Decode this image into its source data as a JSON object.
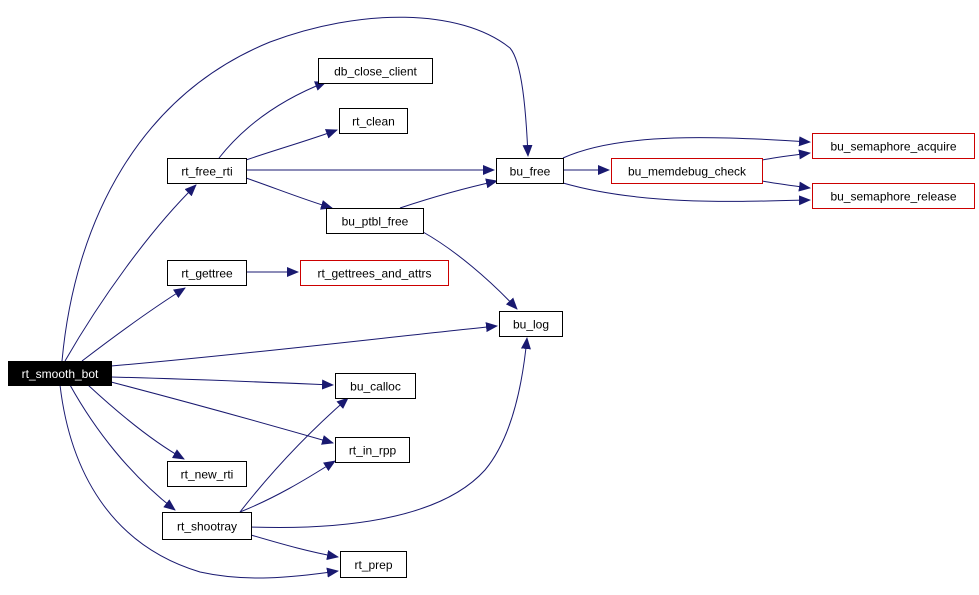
{
  "diagram": {
    "type": "call-graph",
    "colors": {
      "edge": "#191970",
      "node_border_normal": "#000000",
      "node_border_external": "#cc0000",
      "node_fill": "#ffffff",
      "root_fill": "#000000",
      "root_text": "#ffffff",
      "text": "#000000"
    },
    "nodes": [
      {
        "id": "rt_smooth_bot",
        "label": "rt_smooth_bot",
        "kind": "root"
      },
      {
        "id": "db_close_client",
        "label": "db_close_client",
        "kind": "normal"
      },
      {
        "id": "rt_clean",
        "label": "rt_clean",
        "kind": "normal"
      },
      {
        "id": "rt_free_rti",
        "label": "rt_free_rti",
        "kind": "normal"
      },
      {
        "id": "bu_free",
        "label": "bu_free",
        "kind": "normal"
      },
      {
        "id": "bu_memdebug_check",
        "label": "bu_memdebug_check",
        "kind": "external"
      },
      {
        "id": "bu_semaphore_acquire",
        "label": "bu_semaphore_acquire",
        "kind": "external"
      },
      {
        "id": "bu_semaphore_release",
        "label": "bu_semaphore_release",
        "kind": "external"
      },
      {
        "id": "bu_ptbl_free",
        "label": "bu_ptbl_free",
        "kind": "normal"
      },
      {
        "id": "rt_gettree",
        "label": "rt_gettree",
        "kind": "normal"
      },
      {
        "id": "rt_gettrees_and_attrs",
        "label": "rt_gettrees_and_attrs",
        "kind": "external"
      },
      {
        "id": "bu_log",
        "label": "bu_log",
        "kind": "normal"
      },
      {
        "id": "bu_calloc",
        "label": "bu_calloc",
        "kind": "normal"
      },
      {
        "id": "rt_in_rpp",
        "label": "rt_in_rpp",
        "kind": "normal"
      },
      {
        "id": "rt_new_rti",
        "label": "rt_new_rti",
        "kind": "normal"
      },
      {
        "id": "rt_shootray",
        "label": "rt_shootray",
        "kind": "normal"
      },
      {
        "id": "rt_prep",
        "label": "rt_prep",
        "kind": "normal"
      }
    ],
    "edges": [
      {
        "from": "rt_smooth_bot",
        "to": "bu_free"
      },
      {
        "from": "rt_smooth_bot",
        "to": "rt_free_rti"
      },
      {
        "from": "rt_smooth_bot",
        "to": "rt_gettree"
      },
      {
        "from": "rt_smooth_bot",
        "to": "bu_log"
      },
      {
        "from": "rt_smooth_bot",
        "to": "bu_calloc"
      },
      {
        "from": "rt_smooth_bot",
        "to": "rt_in_rpp"
      },
      {
        "from": "rt_smooth_bot",
        "to": "rt_new_rti"
      },
      {
        "from": "rt_smooth_bot",
        "to": "rt_shootray"
      },
      {
        "from": "rt_smooth_bot",
        "to": "rt_prep"
      },
      {
        "from": "rt_free_rti",
        "to": "db_close_client"
      },
      {
        "from": "rt_free_rti",
        "to": "rt_clean"
      },
      {
        "from": "rt_free_rti",
        "to": "bu_free"
      },
      {
        "from": "rt_free_rti",
        "to": "bu_ptbl_free"
      },
      {
        "from": "bu_ptbl_free",
        "to": "bu_free"
      },
      {
        "from": "bu_ptbl_free",
        "to": "bu_log"
      },
      {
        "from": "bu_free",
        "to": "bu_semaphore_acquire"
      },
      {
        "from": "bu_free",
        "to": "bu_memdebug_check"
      },
      {
        "from": "bu_free",
        "to": "bu_semaphore_release"
      },
      {
        "from": "bu_memdebug_check",
        "to": "bu_semaphore_acquire"
      },
      {
        "from": "bu_memdebug_check",
        "to": "bu_semaphore_release"
      },
      {
        "from": "rt_gettree",
        "to": "rt_gettrees_and_attrs"
      },
      {
        "from": "rt_shootray",
        "to": "bu_calloc"
      },
      {
        "from": "rt_shootray",
        "to": "rt_in_rpp"
      },
      {
        "from": "rt_shootray",
        "to": "bu_log"
      },
      {
        "from": "rt_shootray",
        "to": "rt_prep"
      }
    ]
  }
}
